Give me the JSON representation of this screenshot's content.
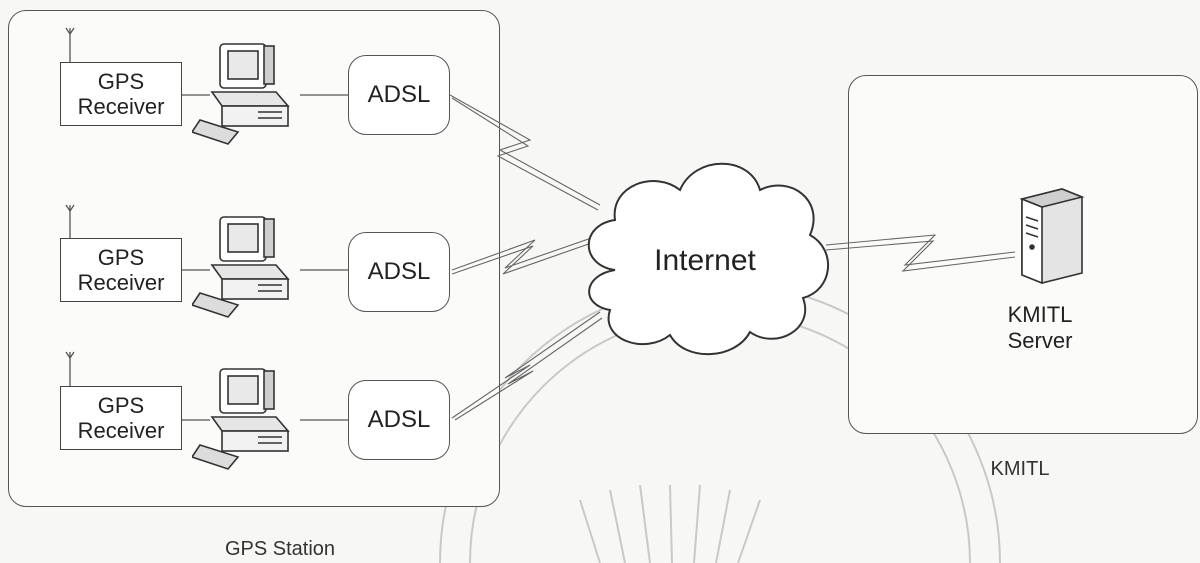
{
  "station_group": {
    "caption": "GPS Station",
    "stations": [
      {
        "receiver_line1": "GPS",
        "receiver_line2": "Receiver",
        "adsl": "ADSL"
      },
      {
        "receiver_line1": "GPS",
        "receiver_line2": "Receiver",
        "adsl": "ADSL"
      },
      {
        "receiver_line1": "GPS",
        "receiver_line2": "Receiver",
        "adsl": "ADSL"
      }
    ]
  },
  "internet": {
    "label": "Internet"
  },
  "kmitl_group": {
    "caption": "KMITL",
    "server_line1": "KMITL",
    "server_line2": "Server"
  }
}
